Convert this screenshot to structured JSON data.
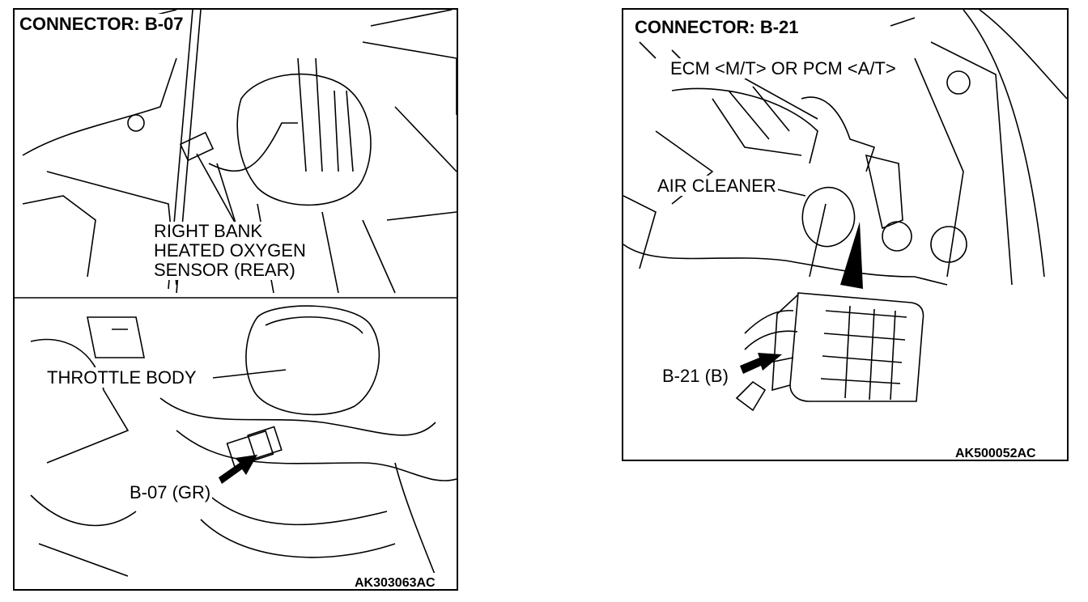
{
  "left_panel": {
    "title": "CONNECTOR: B-07",
    "upper_label": [
      "RIGHT BANK",
      "HEATED OXYGEN",
      "SENSOR (REAR)"
    ],
    "throttle_label": "THROTTLE BODY",
    "connector_label": "B-07 (GR)",
    "figure_code": "AK303063AC"
  },
  "right_panel": {
    "title": "CONNECTOR: B-21",
    "ecm_label": "ECM <M/T> OR PCM <A/T>",
    "air_cleaner_label": "AIR CLEANER",
    "connector_label": "B-21 (B)",
    "figure_code": "AK500052AC"
  },
  "icons": {
    "pointer": "black-arrow-icon"
  }
}
